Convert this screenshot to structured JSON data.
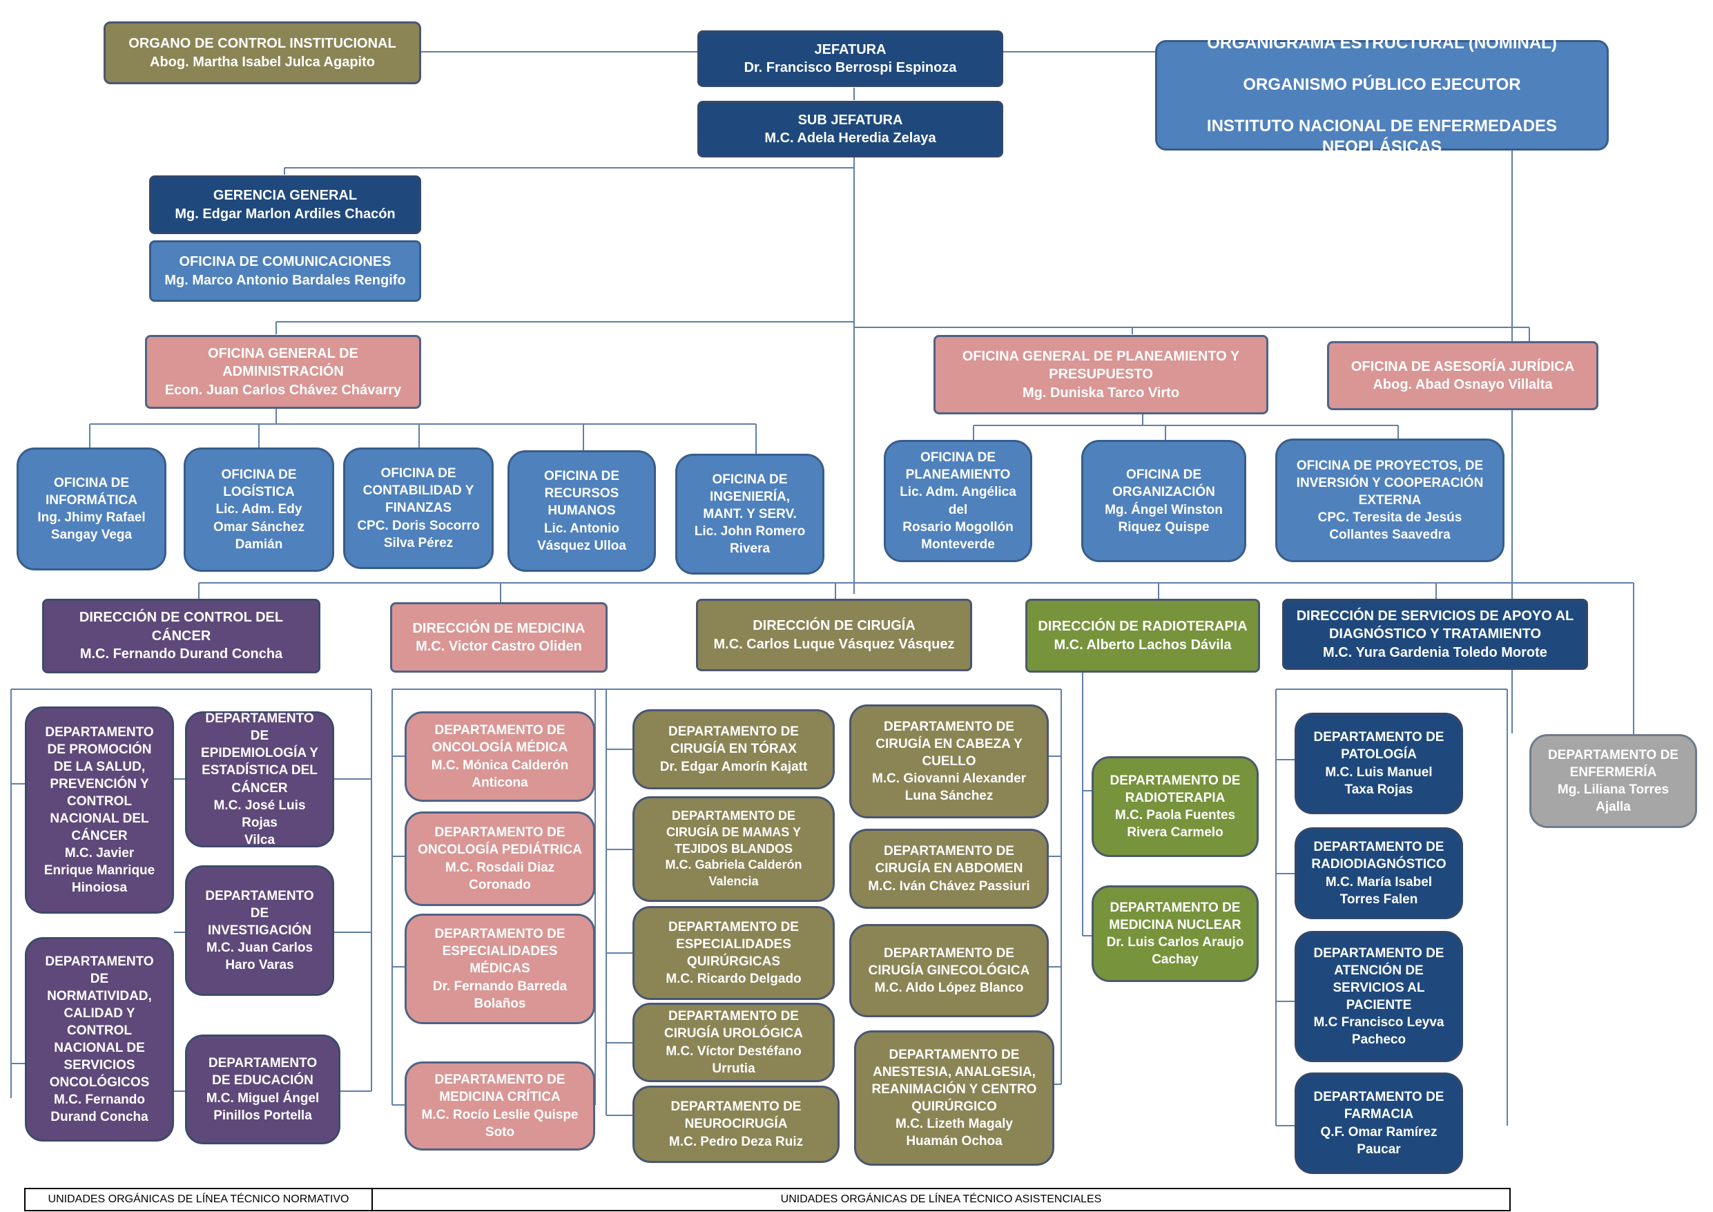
{
  "title": {
    "line1": "ORGANIGRAMA ESTRUCTURAL (NOMINAL)",
    "line2": "ORGANISMO PÚBLICO EJECUTOR",
    "line3": "INSTITUTO NACIONAL DE ENFERMEDADES NEOPLÁSICAS"
  },
  "colors": {
    "olive": "#8b8455",
    "navy": "#1f497d",
    "blue": "#4f81bd",
    "pink": "#d99694",
    "purple": "#5f497a",
    "green": "#77933c",
    "gray": "#a6a6a6",
    "lines": "#5f7fa8"
  },
  "units": {
    "control": "ORGANO DE CONTROL INSTITUCIONAL\nAbog. Martha Isabel Julca Agapito",
    "jefatura": "JEFATURA\nDr. Francisco Berrospi Espinoza",
    "subjefatura": "SUB JEFATURA\nM.C. Adela Heredia Zelaya",
    "gerencia": "GERENCIA GENERAL\nMg. Edgar Marlon Ardiles Chacón",
    "comunicaciones": "OFICINA DE COMUNICACIONES\nMg. Marco Antonio Bardales Rengifo",
    "administracion": "OFICINA GENERAL DE\nADMINISTRACIÓN\nEcon. Juan Carlos Chávez Chávarry",
    "planeamiento_general": "OFICINA GENERAL DE PLANEAMIENTO Y\nPRESUPUESTO\nMg. Duniska Tarco Virto",
    "juridica": "OFICINA DE ASESORÍA JURÍDICA\nAbog. Abad Osnayo Villalta",
    "informatica": "OFICINA DE\nINFORMÁTICA\nIng. Jhimy Rafael\nSangay Vega",
    "logistica": "OFICINA DE\nLOGÍSTICA\nLic. Adm. Edy\nOmar Sánchez\nDamián",
    "contabilidad": "OFICINA DE\nCONTABILIDAD Y\nFINANZAS\nCPC. Doris Socorro\nSilva Pérez",
    "rrhh": "OFICINA DE\nRECURSOS\nHUMANOS\nLic. Antonio\nVásquez Ulloa",
    "ingenieria": "OFICINA DE\nINGENIERÍA,\nMANT. Y SERV.\nLic. John Romero\nRivera",
    "of_planeamiento": "OFICINA DE\nPLANEAMIENTO\nLic. Adm. Angélica del\nRosario Mogollón\nMonteverde",
    "organizacion": "OFICINA DE\nORGANIZACIÓN\nMg. Ángel Winston\nRiquez Quispe",
    "proyectos": "OFICINA DE PROYECTOS, DE\nINVERSIÓN Y COOPERACIÓN\nEXTERNA\nCPC. Teresita de Jesús\nCollantes Saavedra",
    "dir_control": "DIRECCIÓN DE CONTROL DEL\nCÁNCER\nM.C. Fernando Durand Concha",
    "dir_medicina": "DIRECCIÓN DE MEDICINA\nM.C. Victor Castro Oliden",
    "dir_cirugia": "DIRECCIÓN DE CIRUGÍA\nM.C. Carlos Luque Vásquez Vásquez",
    "dir_radio": "DIRECCIÓN DE RADIOTERAPIA\nM.C. Alberto Lachos Dávila",
    "dir_apoyo": "DIRECCIÓN DE SERVICIOS DE APOYO AL\nDIAGNÓSTICO Y TRATAMIENTO\nM.C. Yura Gardenia Toledo Morote",
    "dep_promocion": "DEPARTAMENTO\nDE PROMOCIÓN\nDE LA SALUD,\nPREVENCIÓN Y\nCONTROL\nNACIONAL DEL\nCÁNCER\nM.C. Javier\nEnrique Manrique\nHinoiosa",
    "dep_normatividad": "DEPARTAMENTO\nDE\nNORMATIVIDAD,\nCALIDAD Y\nCONTROL\nNACIONAL DE\nSERVICIOS\nONCOLÓGICOS\nM.C. Fernando\nDurand Concha",
    "dep_epidemiologia": "DEPARTAMENTO DE\nEPIDEMIOLOGÍA Y\nESTADÍSTICA DEL\nCÁNCER\nM.C. José Luis Rojas\nVilca",
    "dep_investigacion": "DEPARTAMENTO DE\nINVESTIGACIÓN\nM.C. Juan Carlos\nHaro Varas",
    "dep_educacion": "DEPARTAMENTO\nDE EDUCACIÓN\nM.C. Miguel Ángel\nPinillos Portella",
    "dep_onc_medica": "DEPARTAMENTO DE\nONCOLOGÍA MÉDICA\nM.C. Mónica Calderón\nAnticona",
    "dep_onc_pediatrica": "DEPARTAMENTO DE\nONCOLOGÍA PEDIÁTRICA\nM.C. Rosdali Diaz\nCoronado",
    "dep_especialidades": "DEPARTAMENTO DE\nESPECIALIDADES\nMÉDICAS\nDr. Fernando Barreda\nBolaños",
    "dep_critica": "DEPARTAMENTO DE\nMEDICINA CRÍTICA\nM.C. Rocío Leslie Quispe\nSoto",
    "dep_torax": "DEPARTAMENTO DE\nCIRUGÍA EN TÓRAX\nDr. Edgar Amorín Kajatt",
    "dep_mamas": "DEPARTAMENTO DE\nCIRUGÍA DE MAMAS Y\nTEJIDOS BLANDOS\nM.C. Gabriela Calderón\nValencia",
    "dep_quirurgicas": "DEPARTAMENTO DE\nESPECIALIDADES\nQUIRÚRGICAS\nM.C. Ricardo Delgado",
    "dep_urologica": "DEPARTAMENTO DE\nCIRUGÍA UROLÓGICA\nM.C. Víctor Destéfano Urrutia",
    "dep_neurocirugia": "DEPARTAMENTO DE\nNEUROCIRUGÍA\nM.C. Pedro Deza Ruiz",
    "dep_cabeza": "DEPARTAMENTO DE\nCIRUGÍA EN CABEZA Y\nCUELLO\nM.C. Giovanni Alexander\nLuna Sánchez",
    "dep_abdomen": "DEPARTAMENTO DE\nCIRUGÍA EN ABDOMEN\nM.C. Iván Chávez Passiuri",
    "dep_ginecologica": "DEPARTAMENTO DE\nCIRUGÍA GINECOLÓGICA\nM.C. Aldo López Blanco",
    "dep_anestesia": "DEPARTAMENTO DE\nANESTESIA, ANALGESIA,\nREANIMACIÓN Y CENTRO\nQUIRÚRGICO\nM.C. Lizeth Magaly\nHuamán Ochoa",
    "dep_radioterapia": "DEPARTAMENTO DE\nRADIOTERAPIA\nM.C. Paola Fuentes\nRivera Carmelo",
    "dep_nuclear": "DEPARTAMENTO DE\nMEDICINA NUCLEAR\nDr. Luis Carlos Araujo\nCachay",
    "dep_patologia": "DEPARTAMENTO DE\nPATOLOGÍA\nM.C. Luis Manuel\nTaxa Rojas",
    "dep_radiodiagnostico": "DEPARTAMENTO DE\nRADIODIAGNÓSTICO\nM.C. María Isabel\nTorres Falen",
    "dep_atencion": "DEPARTAMENTO DE\nATENCIÓN DE\nSERVICIOS AL\nPACIENTE\nM.C Francisco Leyva\nPacheco",
    "dep_farmacia": "DEPARTAMENTO DE\nFARMACIA\nQ.F. Omar Ramírez\nPaucar",
    "dep_enfermeria": "DEPARTAMENTO DE\nENFERMERÍA\nMg. Liliana Torres\nAjalla"
  },
  "footer": {
    "left": "UNIDADES ORGÁNICAS DE LÍNEA TÉCNICO NORMATIVO",
    "right": "UNIDADES ORGÁNICAS DE LÍNEA TÉCNICO ASISTENCIALES"
  }
}
